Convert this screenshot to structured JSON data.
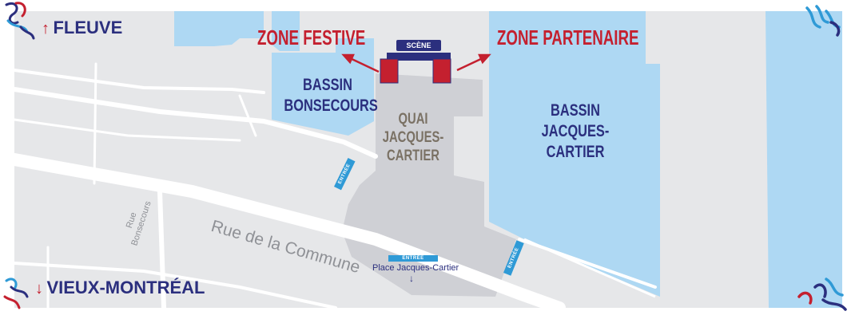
{
  "map": {
    "colors": {
      "land": "#e6e7e9",
      "water": "#aed8f3",
      "quai": "#cfd0d5",
      "road": "#ffffff",
      "navy": "#2b2f7e",
      "red": "#c4202f",
      "entree": "#2f9ad6"
    },
    "labels": {
      "fleuve": "FLEUVE",
      "vieux_montreal": "VIEUX-MONTRÉAL",
      "zone_festive": "ZONE FESTIVE",
      "zone_partenaire": "ZONE PARTENAIRE",
      "scene": "SCÈNE",
      "bassin_bonsecours": [
        "BASSIN",
        "BONSECOURS"
      ],
      "quai_jacques_cartier": [
        "QUAI",
        "JACQUES-",
        "CARTIER"
      ],
      "bassin_jacques_cartier": [
        "BASSIN",
        "JACQUES-",
        "CARTIER"
      ],
      "rue_de_la_commune": "Rue de la Commune",
      "rue_bonsecours": [
        "Rue",
        "Bonsecours"
      ],
      "entree": "ENTRÉE",
      "place_jacques_cartier": "Place Jacques-Cartier"
    },
    "icons": {
      "up_arrow": "↑",
      "down_arrow": "↓",
      "small_down_arrow": "↓"
    }
  }
}
